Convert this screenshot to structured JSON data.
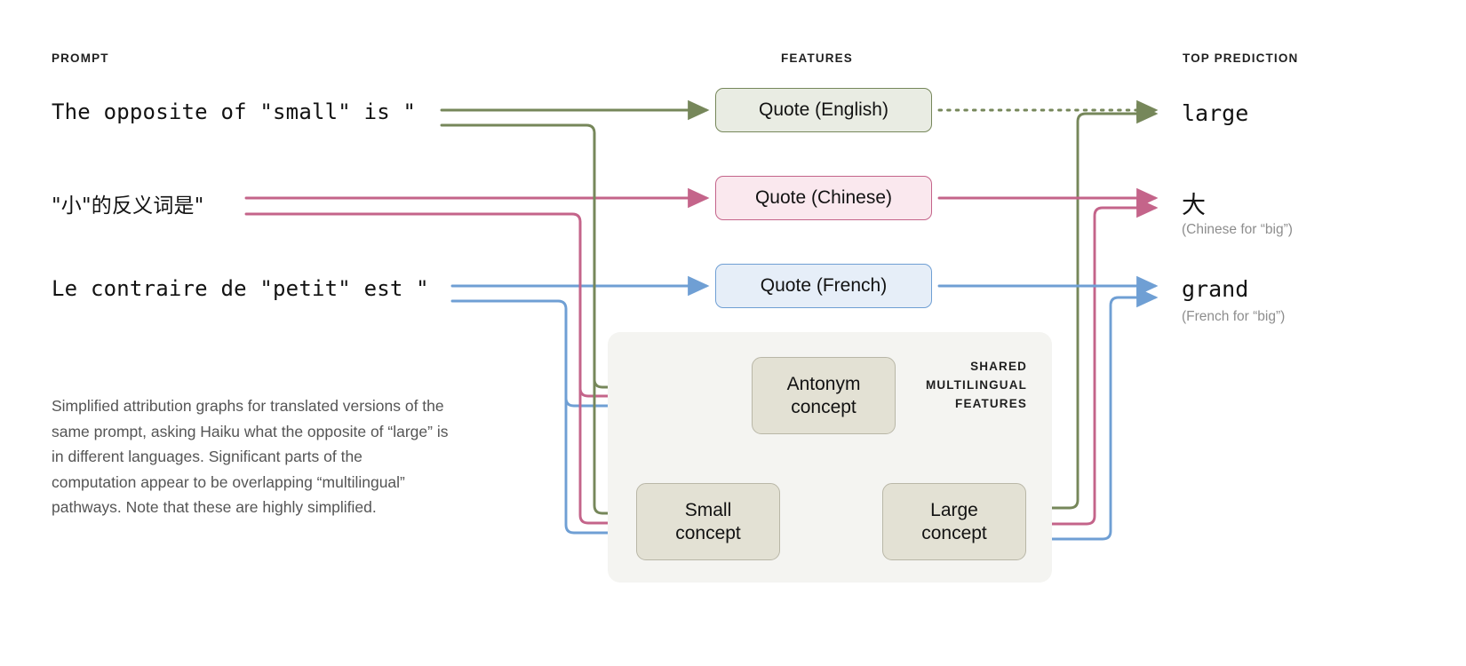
{
  "columns": {
    "prompt": "PROMPT",
    "features": "FEATURES",
    "prediction": "TOP PREDICTION"
  },
  "colors": {
    "english": "#76875a",
    "chinese": "#c4648a",
    "french": "#6f9fd4",
    "concept_fill": "#e3e1d4",
    "concept_border": "#b9b7a7",
    "panel_fill": "#f4f4f1",
    "english_fill": "#e9ece3",
    "chinese_fill": "#fae8ee",
    "french_fill": "#e6eef8",
    "caption_text": "#555555",
    "sub_text": "#8d8d8d"
  },
  "rows": [
    {
      "lang": "english",
      "prompt": "The opposite of \"small\" is \"",
      "feature": "Quote (English)",
      "prediction": "large",
      "prediction_sub": "",
      "prediction_is_cjk": false,
      "prompt_is_cjk": false,
      "link_style": "dotted"
    },
    {
      "lang": "chinese",
      "prompt": "\"小\"的反义词是\"",
      "feature": "Quote (Chinese)",
      "prediction": "大",
      "prediction_sub": "(Chinese for “big”)",
      "prediction_is_cjk": true,
      "prompt_is_cjk": true,
      "link_style": "solid"
    },
    {
      "lang": "french",
      "prompt": "Le contraire de \"petit\" est \"",
      "feature": "Quote (French)",
      "prediction": "grand",
      "prediction_sub": "(French for “big”)",
      "prediction_is_cjk": false,
      "prompt_is_cjk": false,
      "link_style": "solid"
    }
  ],
  "shared": {
    "label_line1": "SHARED",
    "label_line2": "MULTILINGUAL",
    "label_line3": "FEATURES",
    "concepts": [
      {
        "id": "antonym",
        "line1": "Antonym",
        "line2": "concept"
      },
      {
        "id": "small",
        "line1": "Small",
        "line2": "concept"
      },
      {
        "id": "large",
        "line1": "Large",
        "line2": "concept"
      }
    ]
  },
  "caption": "Simplified attribution graphs for translated versions of the same prompt, asking Haiku what the opposite of “large” is in different languages. Significant parts of the computation appear to be overlapping “multilingual” pathways. Note that these are highly simplified."
}
